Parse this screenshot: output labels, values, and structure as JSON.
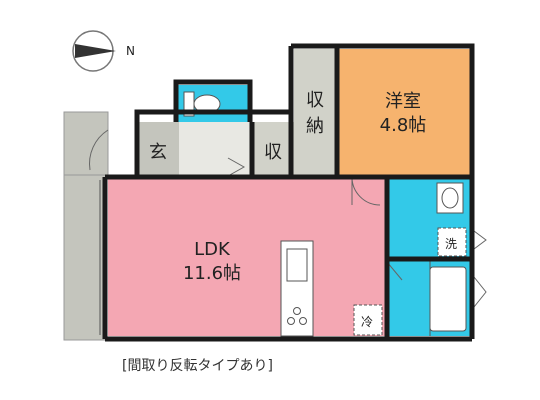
{
  "compass": {
    "label": "N"
  },
  "rooms": {
    "western": {
      "name": "洋室",
      "size": "4.8帖"
    },
    "ldk": {
      "name": "LDK",
      "size": "11.6帖"
    },
    "closet": {
      "char1": "収",
      "char2": "納"
    },
    "entrance": {
      "label": "玄"
    },
    "storage": {
      "label": "収"
    },
    "washer": {
      "label": "洗"
    },
    "fridge": {
      "label": "冷"
    }
  },
  "caption": "[間取り反転タイプあり]",
  "colors": {
    "ldk": "#f4a7b3",
    "western": "#f6b36e",
    "water": "#33c9e8",
    "closet": "#d1d2c9",
    "balcony": "#c4c5bd",
    "wall": "#1a1a1a"
  }
}
